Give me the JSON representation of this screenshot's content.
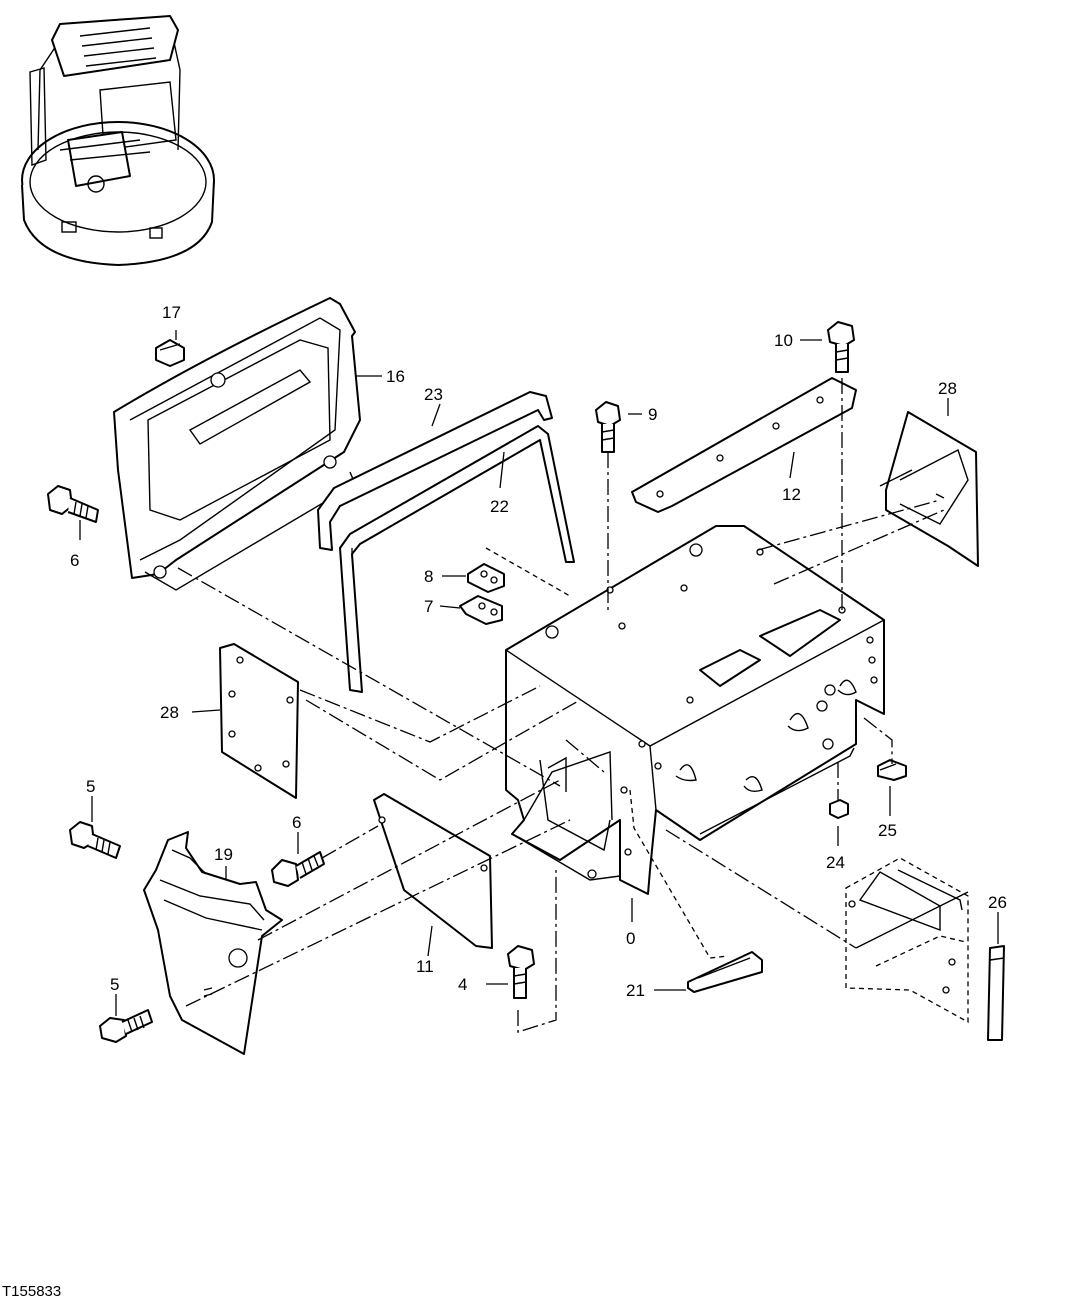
{
  "figure_id": "T155833",
  "callouts": {
    "c0": "0",
    "c4": "4",
    "c5a": "5",
    "c5b": "5",
    "c6a": "6",
    "c6b": "6",
    "c7": "7",
    "c8": "8",
    "c9": "9",
    "c10": "10",
    "c11": "11",
    "c12": "12",
    "c16": "16",
    "c17": "17",
    "c19": "19",
    "c21": "21",
    "c22": "22",
    "c23": "23",
    "c24": "24",
    "c25": "25",
    "c26": "26",
    "c28a": "28",
    "c28b": "28"
  }
}
